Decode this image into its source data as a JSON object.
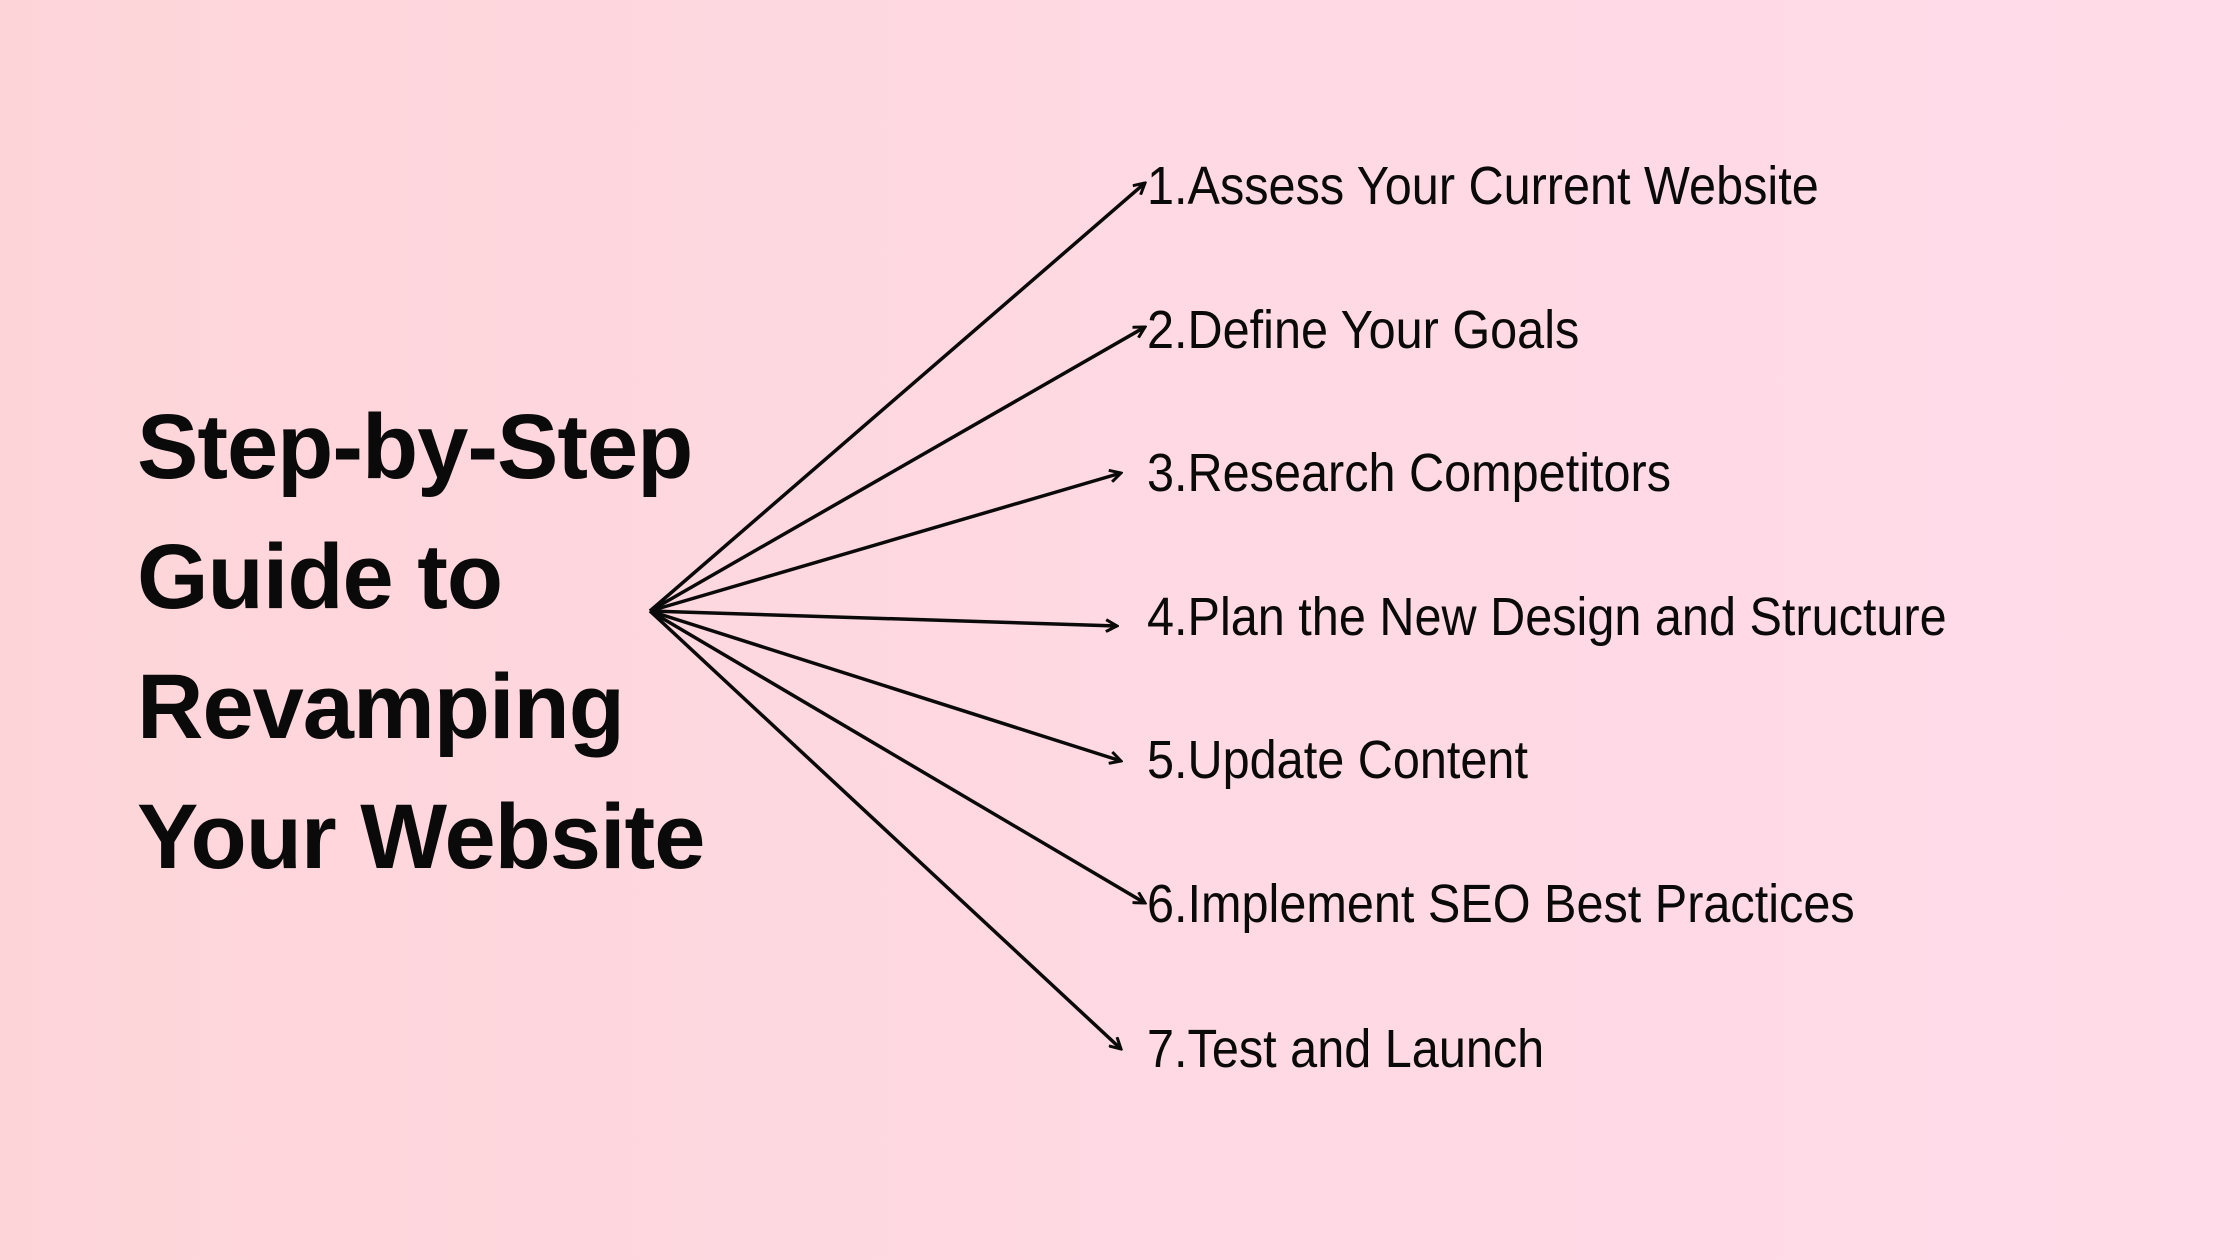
{
  "title_lines": [
    "Step-by-Step",
    "Guide to",
    "Revamping",
    "Your Website"
  ],
  "steps": [
    "1.Assess Your Current Website",
    "2.Define Your Goals",
    "3.Research Competitors",
    "4.Plan the New Design and Structure",
    "5.Update Content",
    "6.Implement SEO Best Practices",
    "7.Test and Launch"
  ],
  "colors": {
    "text": "#0a0a0a",
    "background_left": "#fdd5d9",
    "background_right": "#ffdbe9"
  }
}
